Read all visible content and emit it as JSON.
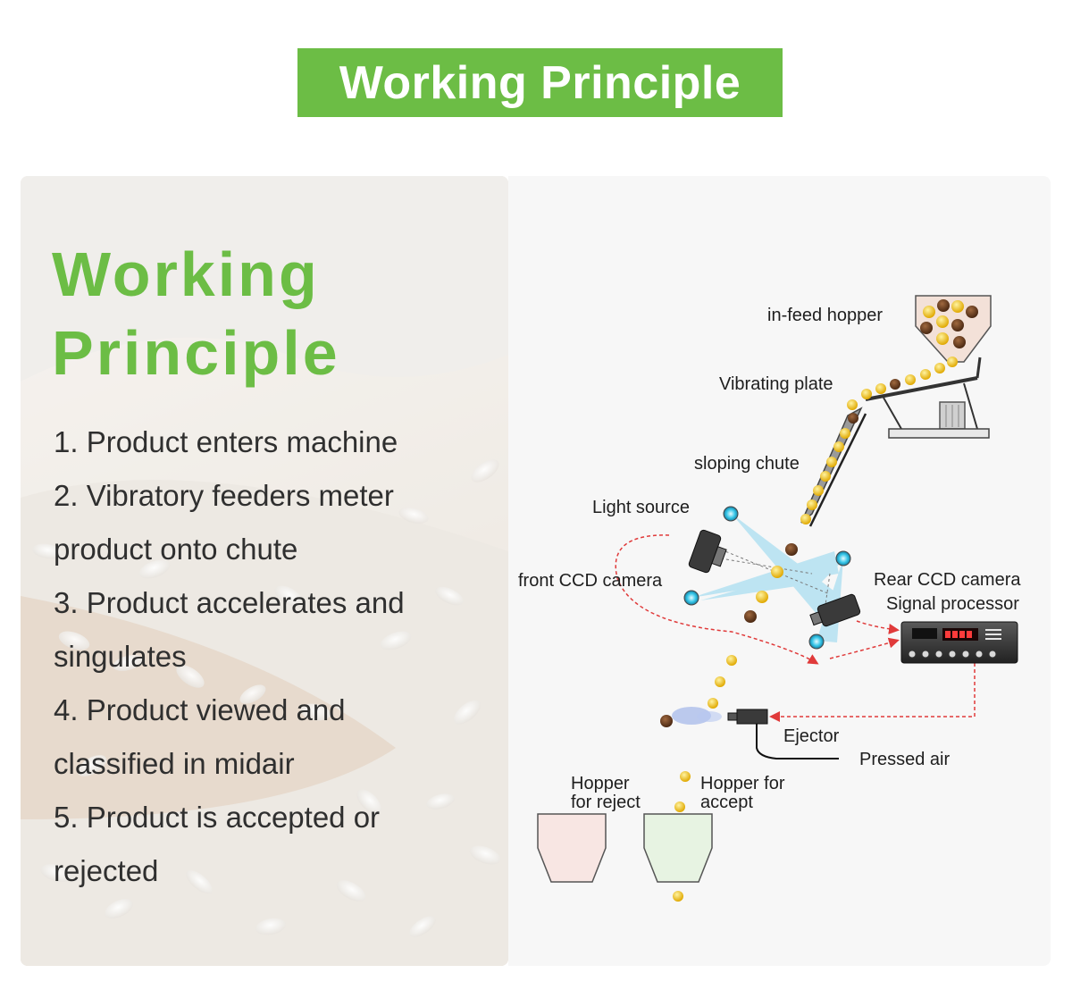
{
  "banner_title": "Working Principle",
  "left_panel": {
    "title_line1": "Working",
    "title_line2": "Principle",
    "step_lines": [
      "1. Product enters machine",
      "2. Vibratory feeders meter",
      "product onto chute",
      "3. Product accelerates and",
      "singulates",
      "4. Product viewed and",
      "classified in midair",
      "5. Product is accepted or",
      "rejected"
    ]
  },
  "diagram": {
    "labels": {
      "infeed_hopper": "in-feed hopper",
      "vibrating_plate": "Vibrating plate",
      "sloping_chute": "sloping chute",
      "light_source": "Light source",
      "front_ccd": "front CCD camera",
      "rear_ccd": "Rear CCD camera",
      "signal_processor": "Signal processor",
      "ejector": "Ejector",
      "pressed_air": "Pressed air",
      "hopper_reject_1": "Hopper",
      "hopper_reject_2": "for reject",
      "hopper_accept_1": "Hopper for",
      "hopper_accept_2": "accept"
    },
    "colors": {
      "accent_green": "#6cbd45",
      "good_product": "#f2c31a",
      "bad_product": "#6b3c1e",
      "light_beam": "#8fd6ee",
      "signal_line": "#e03a3a"
    }
  }
}
